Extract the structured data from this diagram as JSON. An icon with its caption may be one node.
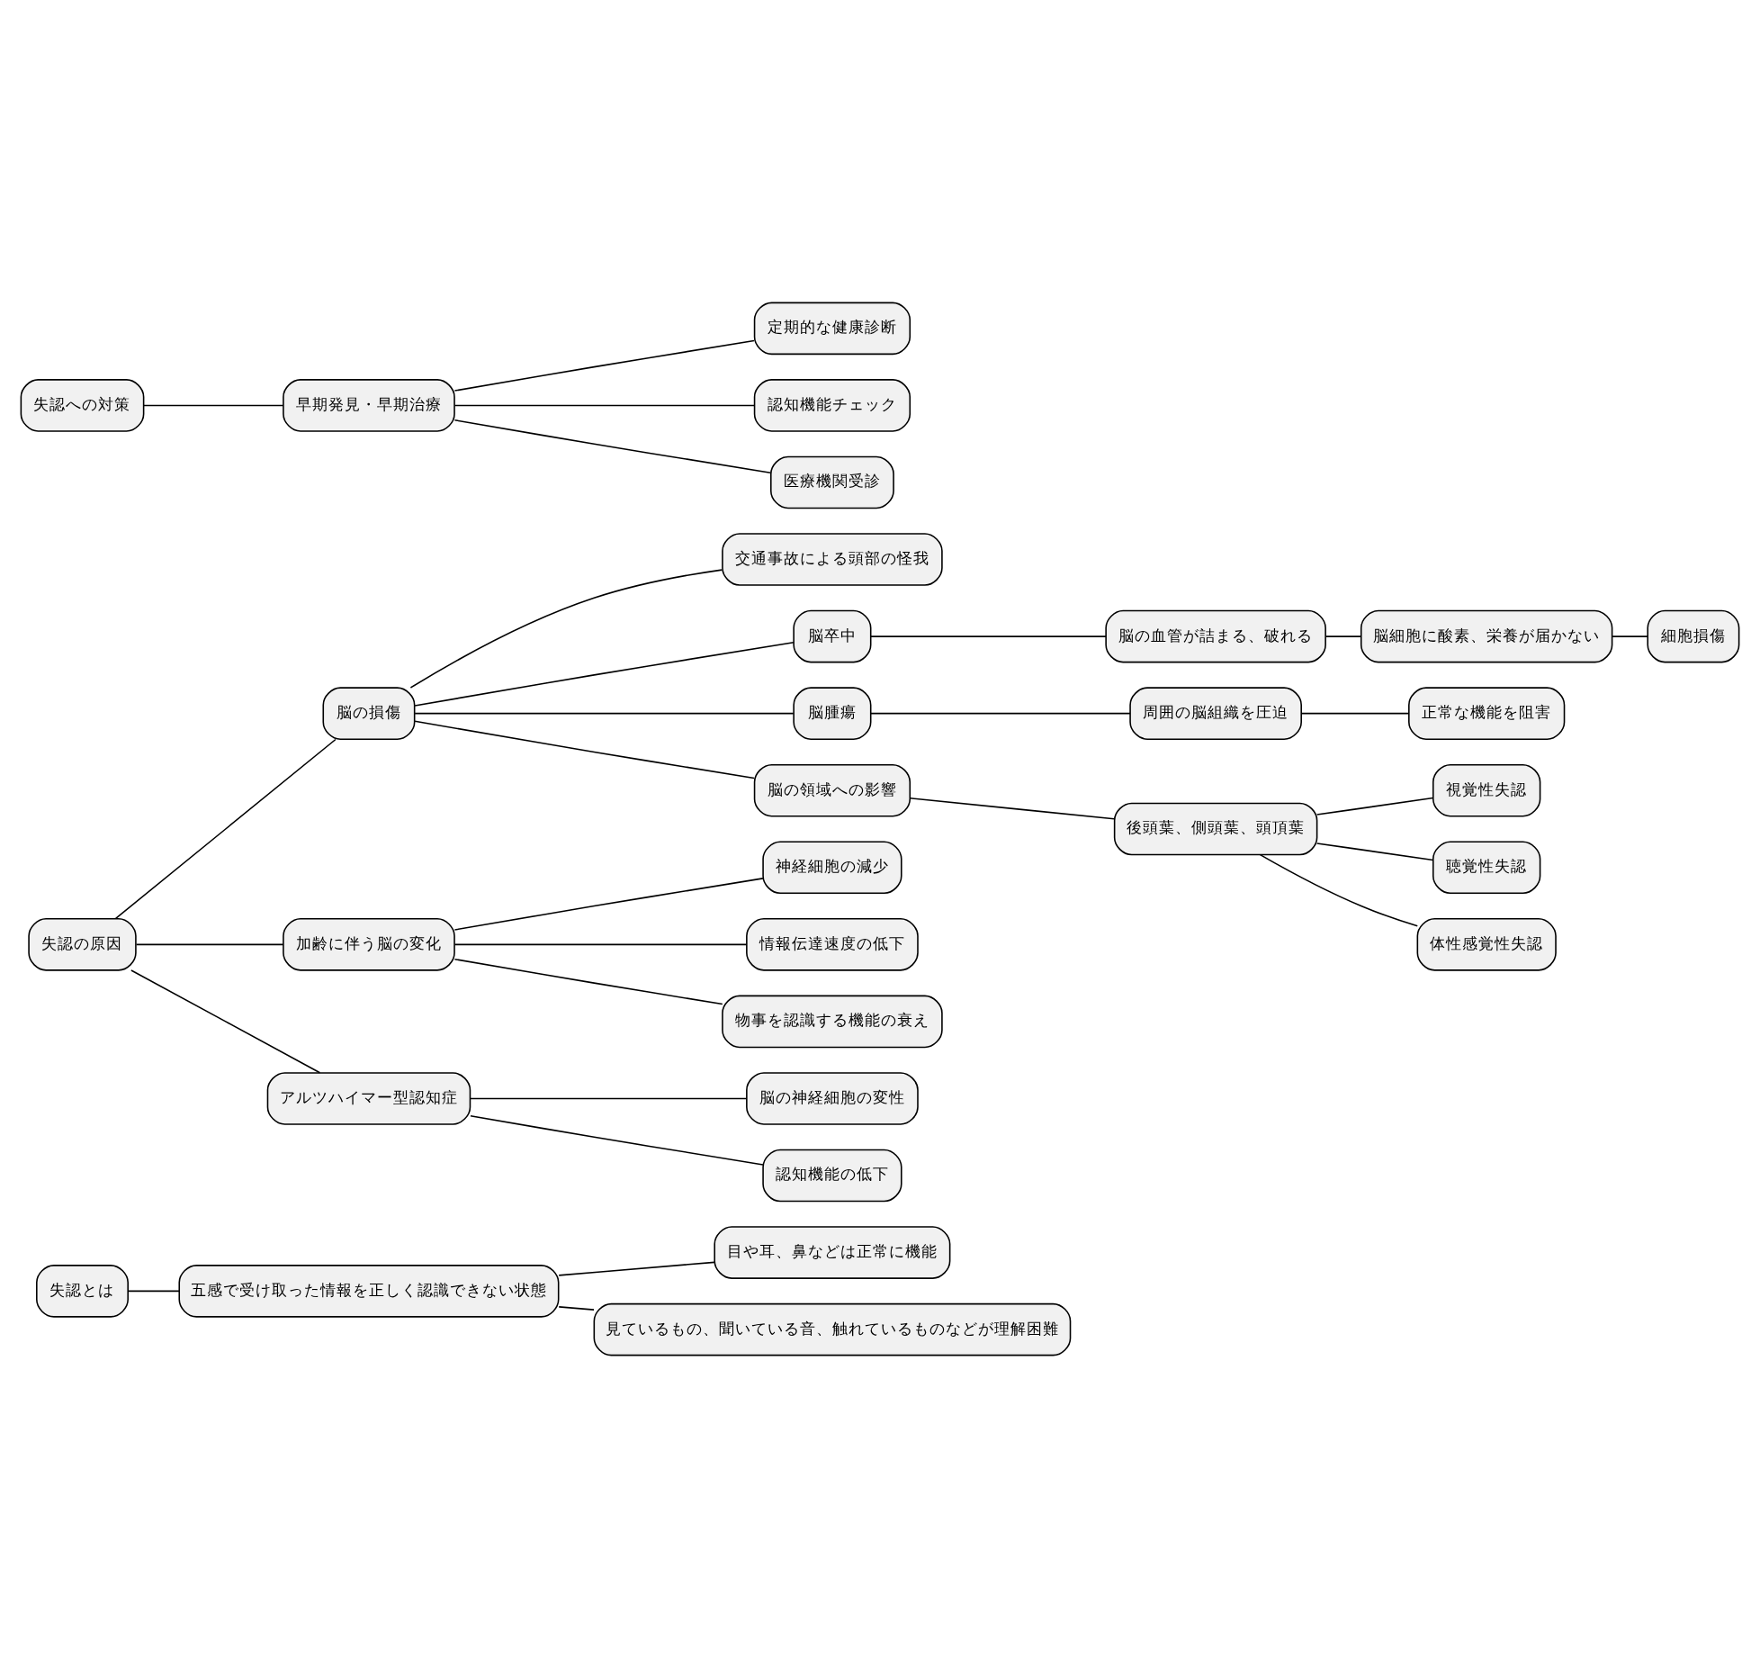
{
  "diagram": {
    "nodes": [
      {
        "text": [
          "失認とは"
        ]
      },
      {
        "text": [
          "五感で受け取った情報を正しく認識できない状態"
        ]
      },
      {
        "text": [
          "目や耳、鼻などは正常に機能"
        ]
      },
      {
        "text": [
          "見ているもの、聞いている音、触れているものなどが理解困難"
        ]
      },
      {
        "text": [
          "失認の原因"
        ]
      },
      {
        "text": [
          "脳の損傷"
        ]
      },
      {
        "text": [
          "交通事故による頭部の怪我"
        ]
      },
      {
        "text": [
          "脳卒中"
        ]
      },
      {
        "text": [
          "脳の血管が詰まる、破れる"
        ]
      },
      {
        "text": [
          "脳細胞に酸素、栄養が届かない"
        ]
      },
      {
        "text": [
          "細胞損傷"
        ]
      },
      {
        "text": [
          "脳腫瘍"
        ]
      },
      {
        "text": [
          "周囲の脳組織を圧迫"
        ]
      },
      {
        "text": [
          "正常な機能を阻害"
        ]
      },
      {
        "text": [
          "脳の領域への影響"
        ]
      },
      {
        "text": [
          "後頭葉、側頭葉、頭頂葉"
        ]
      },
      {
        "text": [
          "視覚性失認"
        ]
      },
      {
        "text": [
          "聴覚性失認"
        ]
      },
      {
        "text": [
          "体性感覚性失認"
        ]
      },
      {
        "text": [
          "加齢に伴う脳の変化"
        ]
      },
      {
        "text": [
          "神経細胞の減少"
        ]
      },
      {
        "text": [
          "情報伝達速度の低下"
        ]
      },
      {
        "text": [
          "物事を認識する機能の衰え"
        ]
      },
      {
        "text": [
          "アルツハイマー型認知症"
        ]
      },
      {
        "text": [
          "脳の神経細胞の変性"
        ]
      },
      {
        "text": [
          "認知機能の低下"
        ]
      },
      {
        "text": [
          "失認への対策"
        ]
      },
      {
        "text": [
          "早期発見・早期治療"
        ]
      },
      {
        "text": [
          "定期的な健康診断"
        ]
      },
      {
        "text": [
          "認知機能チェック"
        ]
      },
      {
        "text": [
          "医療機関受診"
        ]
      }
    ],
    "edges": [
      {
        "from": 0,
        "to": 1,
        "arrow": "none"
      },
      {
        "from": 1,
        "to": 2,
        "arrow": "none"
      },
      {
        "from": 1,
        "to": 3,
        "arrow": "none"
      },
      {
        "from": 4,
        "to": 5,
        "arrow": "none"
      },
      {
        "from": 5,
        "to": 6,
        "arrow": "none"
      },
      {
        "from": 5,
        "to": 7,
        "arrow": "none"
      },
      {
        "from": 7,
        "to": 8,
        "arrow": "none"
      },
      {
        "from": 8,
        "to": 9,
        "arrow": "none"
      },
      {
        "from": 9,
        "to": 10,
        "arrow": "none"
      },
      {
        "from": 5,
        "to": 11,
        "arrow": "none"
      },
      {
        "from": 11,
        "to": 12,
        "arrow": "none"
      },
      {
        "from": 12,
        "to": 13,
        "arrow": "none"
      },
      {
        "from": 5,
        "to": 14,
        "arrow": "none"
      },
      {
        "from": 14,
        "to": 15,
        "arrow": "none"
      },
      {
        "from": 15,
        "to": 16,
        "arrow": "none"
      },
      {
        "from": 15,
        "to": 17,
        "arrow": "none"
      },
      {
        "from": 15,
        "to": 18,
        "arrow": "none"
      },
      {
        "from": 4,
        "to": 19,
        "arrow": "none"
      },
      {
        "from": 19,
        "to": 20,
        "arrow": "none"
      },
      {
        "from": 19,
        "to": 21,
        "arrow": "none"
      },
      {
        "from": 19,
        "to": 22,
        "arrow": "none"
      },
      {
        "from": 4,
        "to": 23,
        "arrow": "none"
      },
      {
        "from": 23,
        "to": 24,
        "arrow": "none"
      },
      {
        "from": 23,
        "to": 25,
        "arrow": "none"
      },
      {
        "from": 26,
        "to": 27,
        "arrow": "none"
      },
      {
        "from": 27,
        "to": 28,
        "arrow": "none"
      },
      {
        "from": 27,
        "to": 29,
        "arrow": "none"
      },
      {
        "from": 27,
        "to": 30,
        "arrow": "none"
      }
    ]
  }
}
